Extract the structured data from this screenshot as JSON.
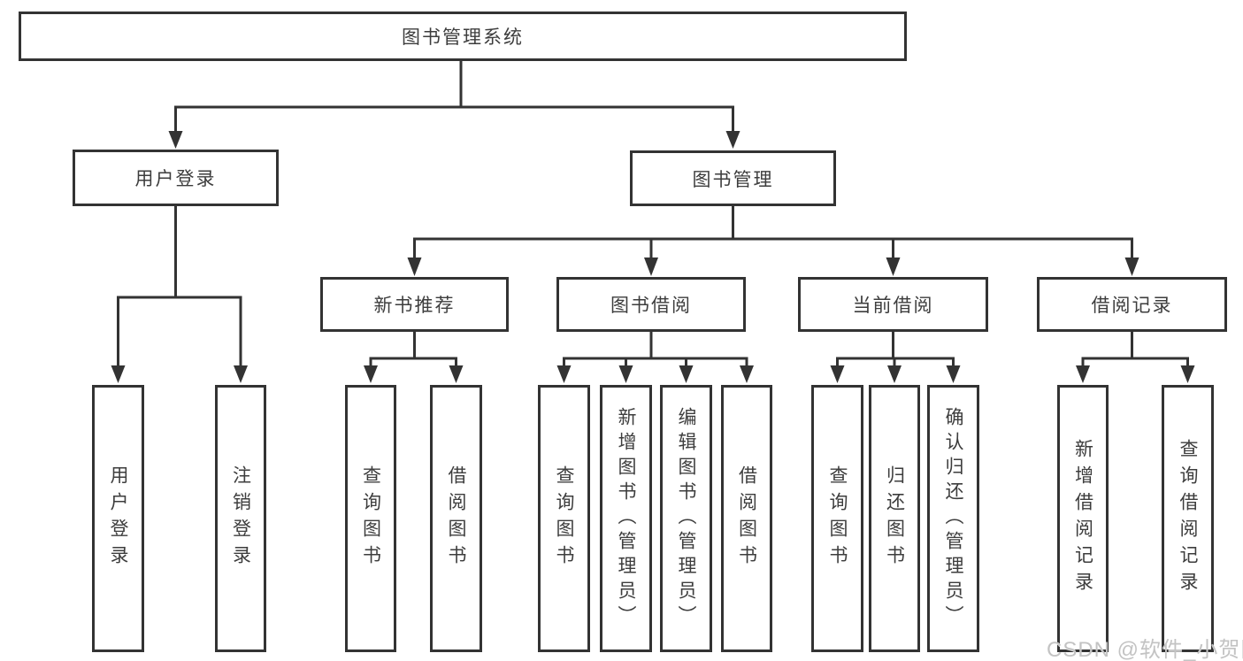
{
  "diagram": {
    "title": "图书管理系统",
    "level2": [
      {
        "label": "用户登录"
      },
      {
        "label": "图书管理"
      }
    ],
    "level3": [
      {
        "label": "新书推荐",
        "parent": "图书管理"
      },
      {
        "label": "图书借阅",
        "parent": "图书管理"
      },
      {
        "label": "当前借阅",
        "parent": "图书管理"
      },
      {
        "label": "借阅记录",
        "parent": "图书管理"
      }
    ],
    "leaves": [
      {
        "label": "用户登录",
        "parent": "用户登录"
      },
      {
        "label": "注销登录",
        "parent": "用户登录"
      },
      {
        "label": "查询图书",
        "parent": "新书推荐"
      },
      {
        "label": "借阅图书",
        "parent": "新书推荐"
      },
      {
        "label": "查询图书",
        "parent": "图书借阅"
      },
      {
        "label": "新增图书（管理员）",
        "parent": "图书借阅"
      },
      {
        "label": "编辑图书（管理员）",
        "parent": "图书借阅"
      },
      {
        "label": "借阅图书",
        "parent": "图书借阅"
      },
      {
        "label": "查询图书",
        "parent": "当前借阅"
      },
      {
        "label": "归还图书",
        "parent": "当前借阅"
      },
      {
        "label": "确认归还（管理员）",
        "parent": "当前借阅"
      },
      {
        "label": "新增借阅记录",
        "parent": "借阅记录"
      },
      {
        "label": "查询借阅记录",
        "parent": "借阅记录"
      }
    ],
    "colors": {
      "line": "#333333",
      "text": "#3d3d3d",
      "background": "#ffffff"
    }
  },
  "watermark": {
    "text": "CSDN @软件_小贺同学"
  }
}
